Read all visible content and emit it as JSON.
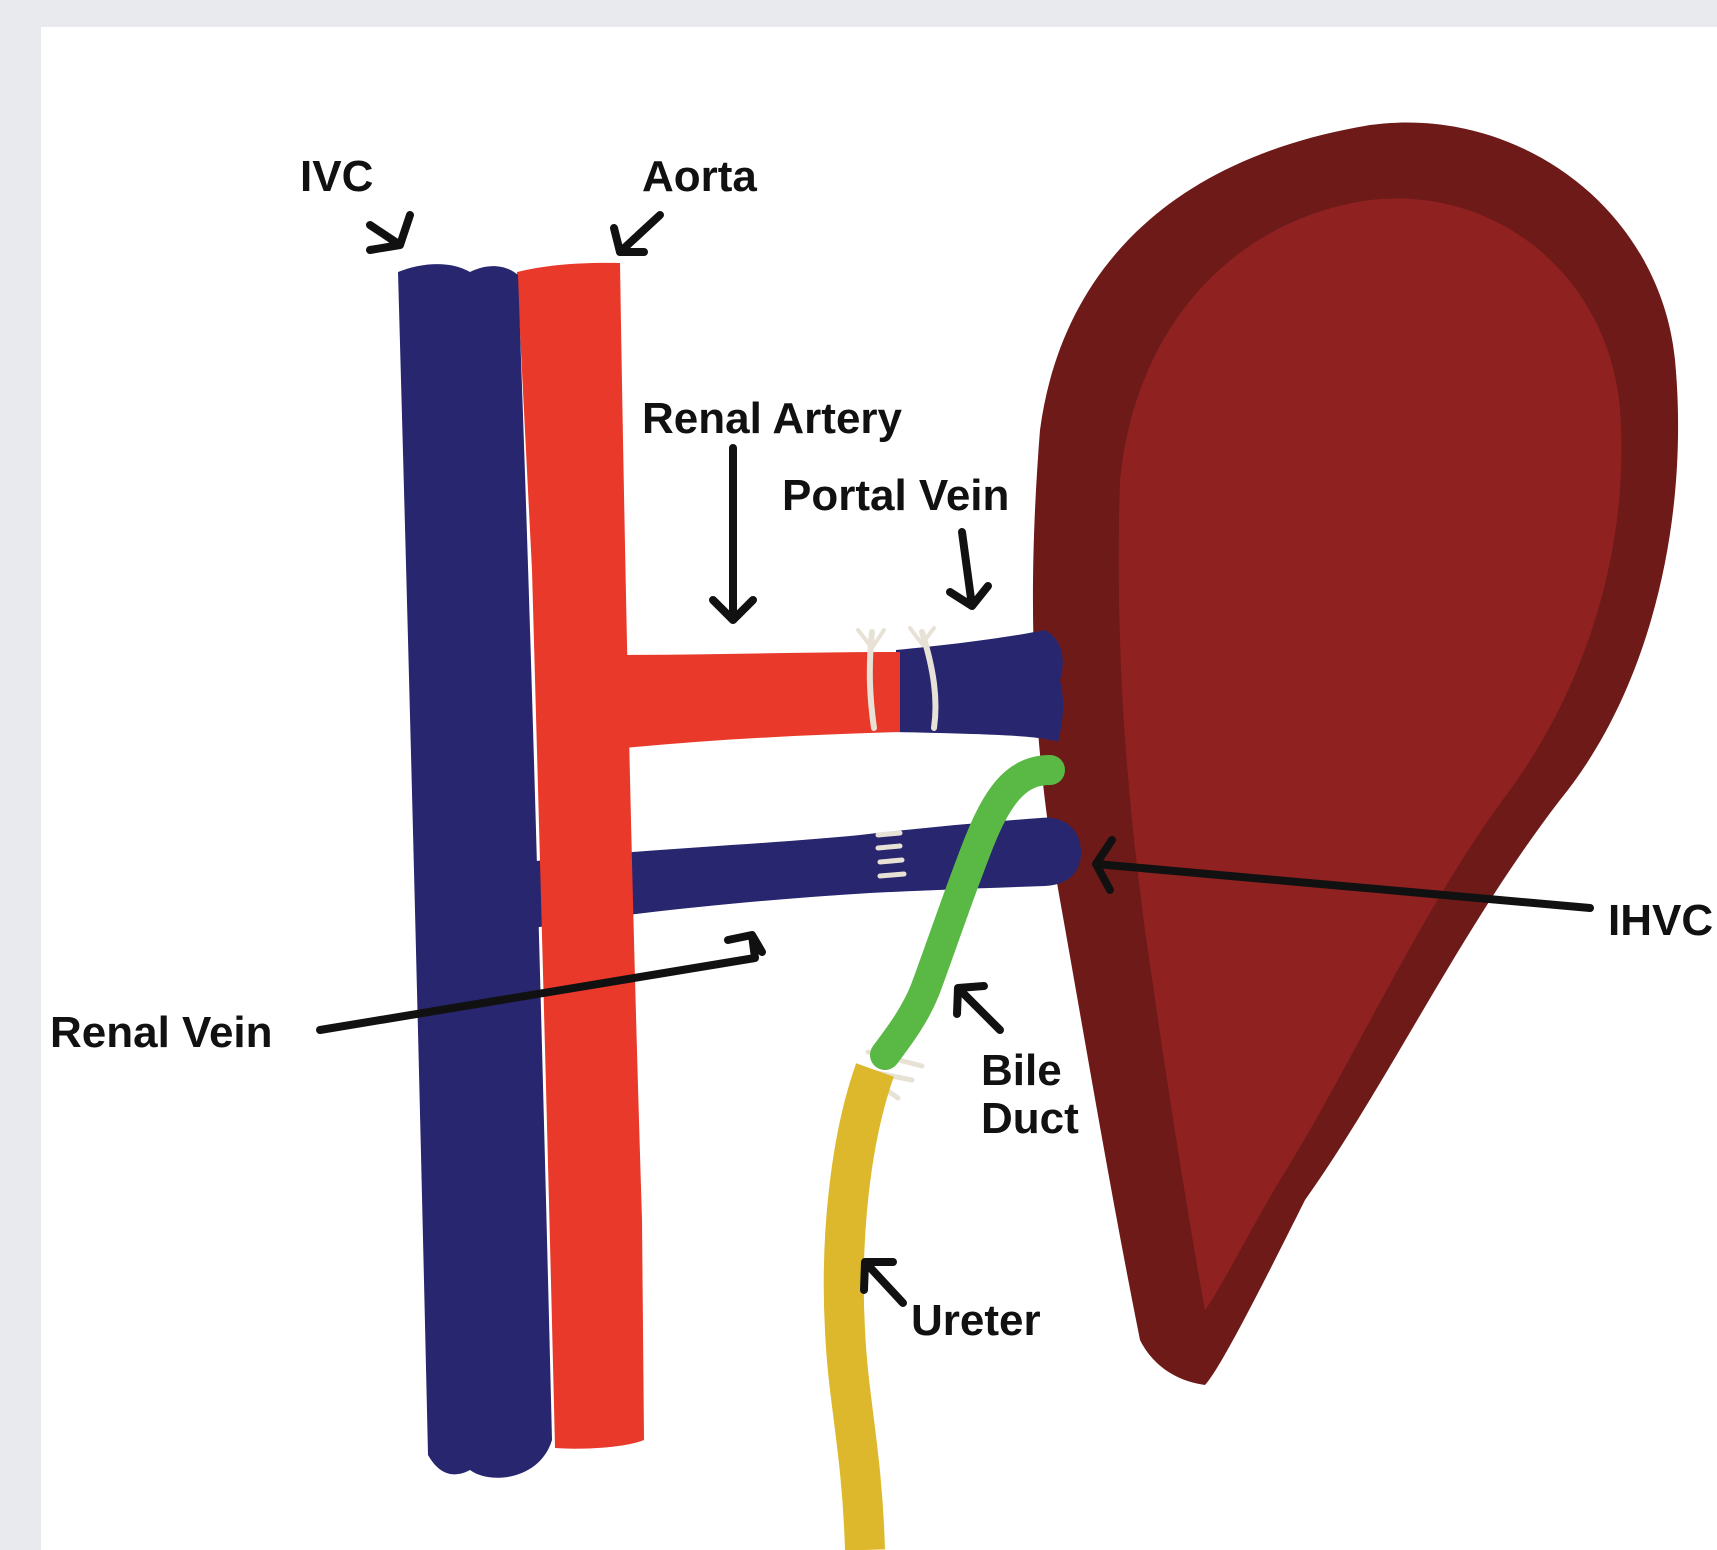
{
  "colors": {
    "background": "#e9eaee",
    "panel": "#ffffff",
    "vein_blue": "#27266f",
    "artery_red": "#e8392a",
    "bile_duct_green": "#5ab944",
    "ureter_yellow": "#ddb82c",
    "liver_outer": "#6e1a19",
    "liver_inner": "#8f2220",
    "suture": "#e8e2d6",
    "label_text": "#111111"
  },
  "labels": {
    "ivc": "IVC",
    "aorta": "Aorta",
    "renal_artery": "Renal Artery",
    "portal_vein": "Portal Vein",
    "renal_vein": "Renal Vein",
    "ihvc": "IHVC",
    "bile_duct_line1": "Bile",
    "bile_duct_line2": "Duct",
    "ureter": "Ureter"
  }
}
